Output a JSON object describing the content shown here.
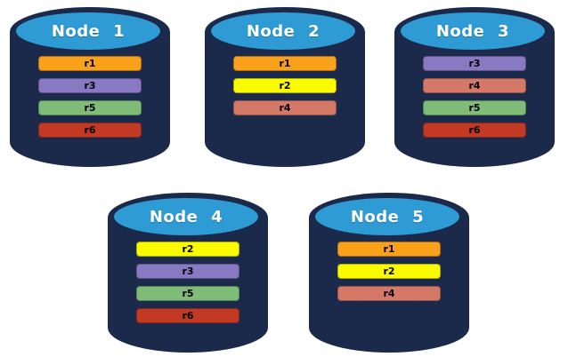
{
  "diagram": {
    "description": "Five database node cylinders holding replica bars",
    "background_color": "#FFFFFF"
  },
  "cylinder_style": {
    "body_color": "#1B2A4B",
    "top_color": "#2E9BD5"
  },
  "nodes": [
    {
      "label": "Node 1",
      "replicas": [
        "r1",
        "r3",
        "r5",
        "r6"
      ]
    },
    {
      "label": "Node 2",
      "replicas": [
        "r1",
        "r2",
        "r4"
      ]
    },
    {
      "label": "Node 3",
      "replicas": [
        "r3",
        "r4",
        "r5",
        "r6"
      ]
    },
    {
      "label": "Node 4",
      "replicas": [
        "r2",
        "r3",
        "r5",
        "r6"
      ]
    },
    {
      "label": "Node 5",
      "replicas": [
        "r1",
        "r2",
        "r4"
      ]
    }
  ],
  "replica_colors": {
    "r1": "#F9A11B",
    "r2": "#FBFB00",
    "r3": "#8979C2",
    "r4": "#D47968",
    "r5": "#7FBC78",
    "r6": "#C23A23"
  }
}
